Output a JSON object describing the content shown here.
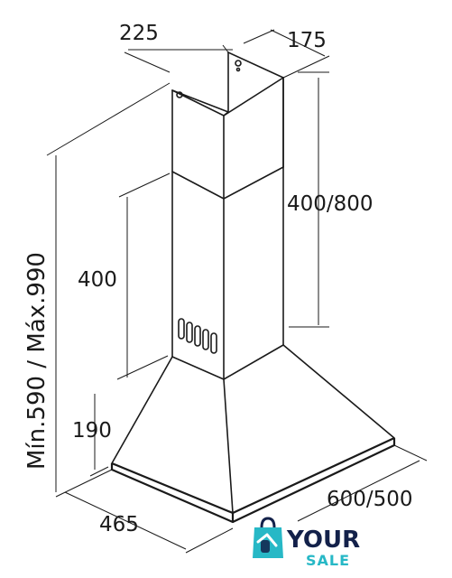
{
  "labels": {
    "top_width": "225",
    "top_depth": "175",
    "upper_chimney": "400/800",
    "lower_chimney": "400",
    "total_height": "Mín.590 / Máx.990",
    "hood_height": "190",
    "base_depth": "465",
    "base_width": "600/500"
  },
  "logo": {
    "line1": "YOUR",
    "line2": "SALE",
    "accent_color": "#27b8c6",
    "dark_color": "#13214a",
    "icon": "shopping-bag-icon"
  }
}
